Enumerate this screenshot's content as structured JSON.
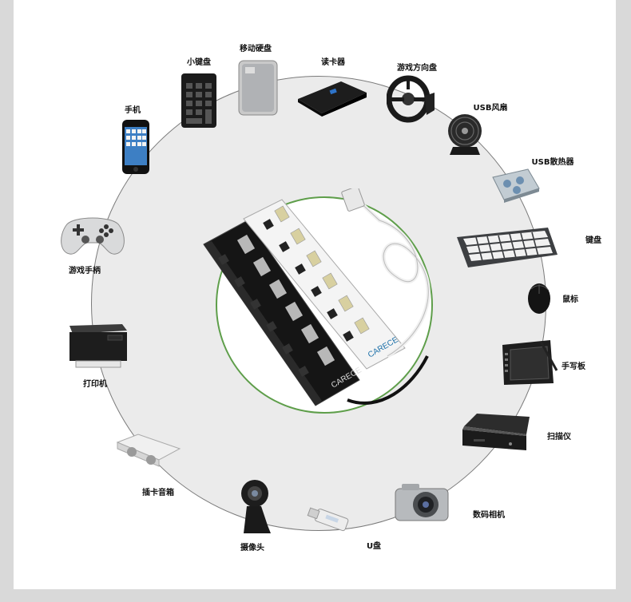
{
  "devices": {
    "mini_keypad": "小键盘",
    "portable_hdd": "移动硬盘",
    "card_reader": "读卡器",
    "steering_wheel": "游戏方向盘",
    "usb_fan": "USB风扇",
    "usb_cooler": "USB散热器",
    "keyboard": "键盘",
    "mouse": "鼠标",
    "tablet": "手写板",
    "scanner": "扫描仪",
    "camera": "数码相机",
    "usb_drive": "U盘",
    "webcam": "摄像头",
    "speaker": "插卡音箱",
    "printer": "打印机",
    "gamepad": "游戏手柄",
    "phone": "手机"
  },
  "hub": {
    "brand": "CARECE"
  },
  "colors": {
    "ring_fill": "#ebebeb",
    "ring_border": "#7a7a7a",
    "center_border": "#5e9e4a",
    "background": "#d9d9d9"
  }
}
